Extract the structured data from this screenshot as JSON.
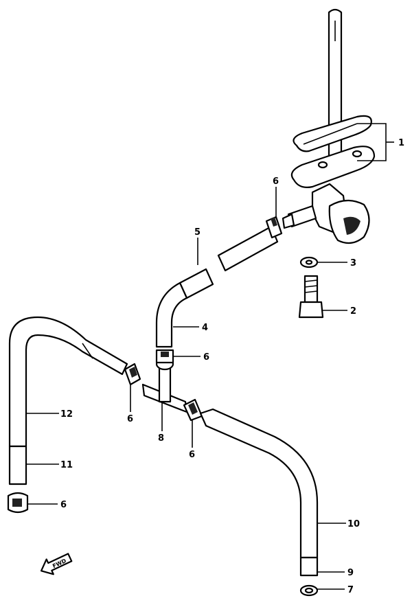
{
  "diagram": {
    "callouts": {
      "c1": "1",
      "c2": "2",
      "c3": "3",
      "c4": "4",
      "c5": "5",
      "c6a": "6",
      "c6b": "6",
      "c6c": "6",
      "c6d": "6",
      "c6e": "6",
      "c7": "7",
      "c8": "8",
      "c9": "9",
      "c10": "10",
      "c11": "11",
      "c12": "12"
    },
    "direction_arrow_text": "FWD"
  }
}
